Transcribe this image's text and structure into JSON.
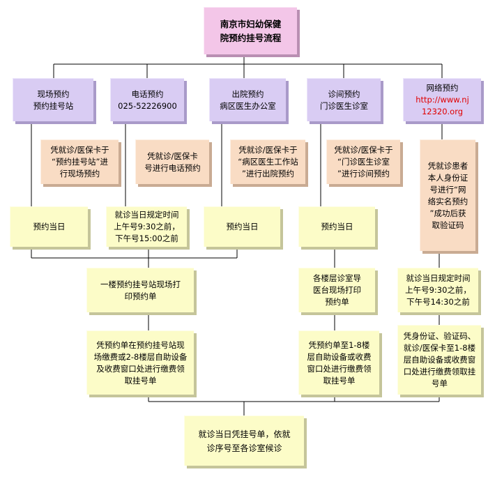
{
  "title": {
    "line1": "南京市妇幼保健",
    "line2": "院预约挂号流程"
  },
  "methods": [
    {
      "line1": "现场预约",
      "line2": "预约挂号站"
    },
    {
      "line1": "电话预约",
      "line2": "025-52226900"
    },
    {
      "line1": "出院预约",
      "line2": "病区医生办公室"
    },
    {
      "line1": "诊间预约",
      "line2": "门诊医生诊室"
    },
    {
      "line1": "网络预约",
      "line2": "http://www.nj",
      "line3": "12320.org"
    }
  ],
  "notes": [
    {
      "line1": "凭就诊/医保卡于",
      "line2": "“预约挂号站”进",
      "line3": "行现场预约"
    },
    {
      "line1": "凭就诊/医保卡",
      "line2": "号进行电话预约"
    },
    {
      "line1": "凭就诊/医保卡于",
      "line2": "“病区医生工作站",
      "line3": "”进行出院预约"
    },
    {
      "line1": "凭就诊/医保卡于",
      "line2": "“门诊医生诊室",
      "line3": "”进行诊间预约"
    },
    {
      "lines": [
        "凭就诊患者",
        "本人身份证",
        "号进行“网",
        "络实名预约",
        "”成功后获",
        "取验证码"
      ]
    }
  ],
  "timing": [
    {
      "line1": "预约当日"
    },
    {
      "line1": "就诊当日规定时间",
      "line2": "上午号9:30之前，",
      "line3": "下午号15:00之前"
    },
    {
      "line1": "预约当日"
    },
    {
      "line1": "预约当日"
    }
  ],
  "print_steps": [
    {
      "line1": "一楼预约挂号站现场打",
      "line2": "印预约单"
    },
    {
      "line1": "各楼层诊室导",
      "line2": "医台现场打印",
      "line3": "预约单"
    },
    {
      "line1": "就诊当日规定时间",
      "line2": "上午号9:30之前，",
      "line3": "下午号14:30之前"
    }
  ],
  "pay_steps": [
    {
      "lines": [
        "凭预约单在预约挂号站现",
        "场缴费或2-8楼层自助设备",
        "及收费窗口处进行缴费领",
        "取挂号单"
      ]
    },
    {
      "lines": [
        "凭预约单至1-8楼",
        "层自助设备或收费",
        "窗口处进行缴费领",
        "取挂号单"
      ]
    },
    {
      "lines": [
        "凭身份证、验证码、",
        "就诊/医保卡至1-8楼",
        "层自助设备或收费窗",
        "口处进行缴费领取挂",
        "号单"
      ]
    }
  ],
  "final": {
    "line1": "就诊当日凭挂号单，依就",
    "line2": "诊序号至各诊室候诊"
  },
  "colors": {
    "title": "#f3c6e8",
    "method": "#d9ccf3",
    "note": "#f9dcc4",
    "step": "#fcfcc8",
    "link": "#e00000"
  }
}
